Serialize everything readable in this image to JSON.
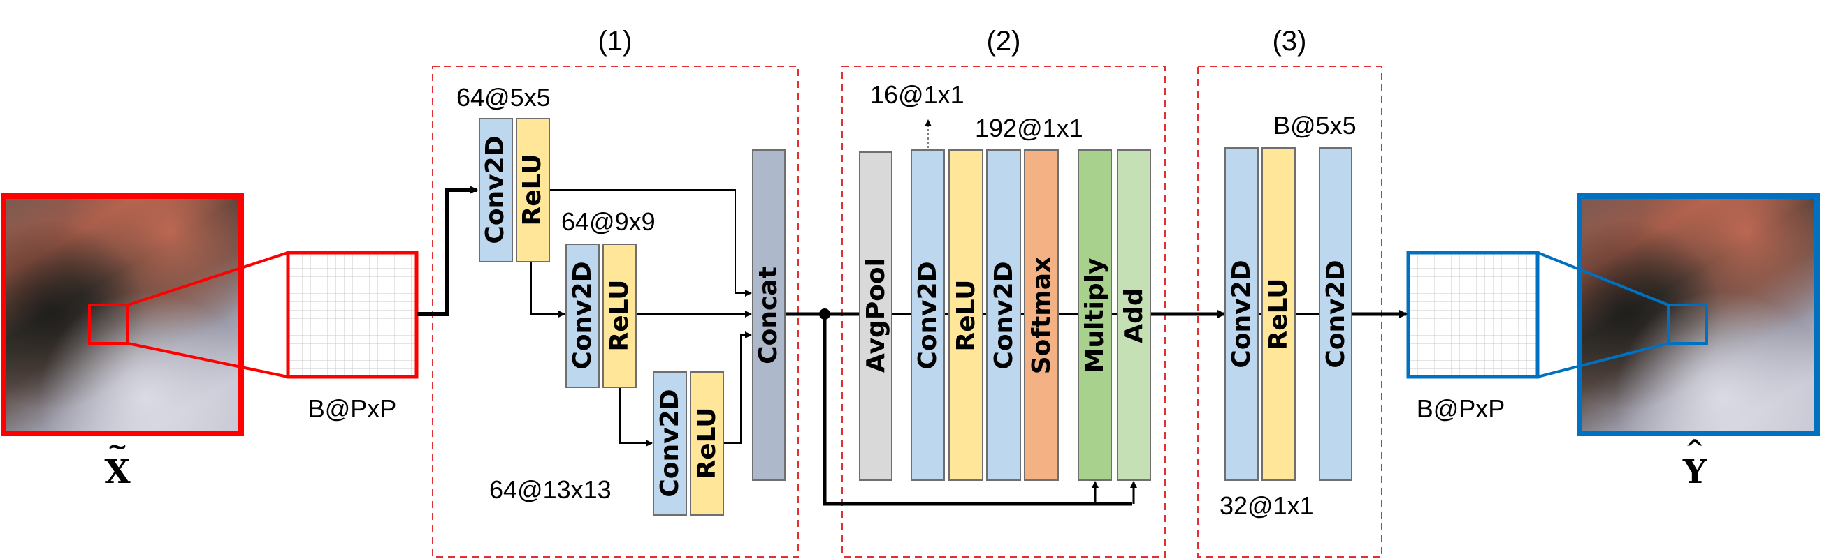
{
  "sections": {
    "s1": "(1)",
    "s2": "(2)",
    "s3": "(3)"
  },
  "input": {
    "symbol": "X",
    "size_label": "B@PxP"
  },
  "output": {
    "symbol": "Y",
    "size_label": "B@PxP"
  },
  "branch1": {
    "conv": "Conv2D",
    "act": "ReLU",
    "kernel_label": "64@5x5"
  },
  "branch2": {
    "conv": "Conv2D",
    "act": "ReLU",
    "kernel_label": "64@9x9"
  },
  "branch3": {
    "conv": "Conv2D",
    "act": "ReLU",
    "kernel_label": "64@13x13"
  },
  "concat_label": "Concat",
  "attention": {
    "avgpool": "AvgPool",
    "conv_a": "Conv2D",
    "relu": "ReLU",
    "conv_b": "Conv2D",
    "softmax": "Softmax",
    "multiply": "Multiply",
    "add": "Add",
    "label_16": "16@1x1",
    "label_192": "192@1x1"
  },
  "reconstruction": {
    "conv_a": "Conv2D",
    "relu": "ReLU",
    "conv_b": "Conv2D",
    "label_b55": "B@5x5",
    "label_32": "32@1x1"
  },
  "colors": {
    "conv": "#bdd7ee",
    "relu": "#ffe699",
    "concat": "#adb9ca",
    "avgpool": "#d9d9d9",
    "softmax": "#f4b183",
    "multiply": "#a9d18e",
    "add": "#c5e0b4",
    "input_frame": "#ff0000",
    "output_frame": "#0070c0",
    "section_border": "#e03030"
  }
}
